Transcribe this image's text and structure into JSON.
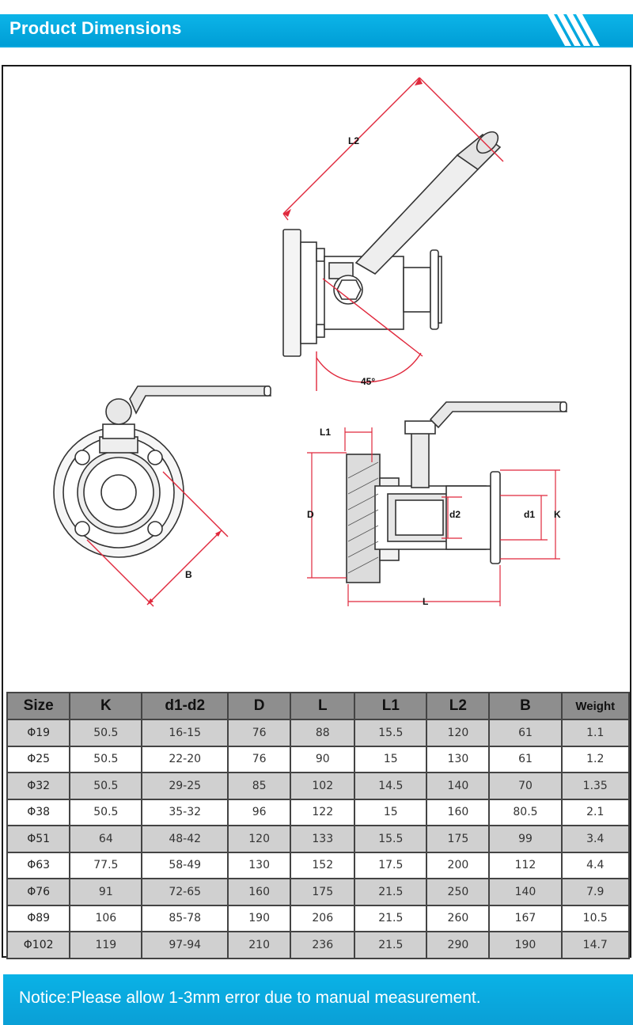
{
  "header": {
    "title": "Product Dimensions"
  },
  "diagram": {
    "labels": {
      "L2": "L2",
      "angle": "45°",
      "B": "B",
      "L1": "L1",
      "D": "D",
      "d2": "d2",
      "d1": "d1",
      "K": "K",
      "L": "L"
    }
  },
  "table": {
    "headers": [
      "Size",
      "K",
      "d1-d2",
      "D",
      "L",
      "L1",
      "L2",
      "B",
      "Weight"
    ],
    "rows": [
      [
        "Φ19",
        "50.5",
        "16-15",
        "76",
        "88",
        "15.5",
        "120",
        "61",
        "1.1"
      ],
      [
        "Φ25",
        "50.5",
        "22-20",
        "76",
        "90",
        "15",
        "130",
        "61",
        "1.2"
      ],
      [
        "Φ32",
        "50.5",
        "29-25",
        "85",
        "102",
        "14.5",
        "140",
        "70",
        "1.35"
      ],
      [
        "Φ38",
        "50.5",
        "35-32",
        "96",
        "122",
        "15",
        "160",
        "80.5",
        "2.1"
      ],
      [
        "Φ51",
        "64",
        "48-42",
        "120",
        "133",
        "15.5",
        "175",
        "99",
        "3.4"
      ],
      [
        "Φ63",
        "77.5",
        "58-49",
        "130",
        "152",
        "17.5",
        "200",
        "112",
        "4.4"
      ],
      [
        "Φ76",
        "91",
        "72-65",
        "160",
        "175",
        "21.5",
        "250",
        "140",
        "7.9"
      ],
      [
        "Φ89",
        "106",
        "85-78",
        "190",
        "206",
        "21.5",
        "260",
        "167",
        "10.5"
      ],
      [
        "Φ102",
        "119",
        "97-94",
        "210",
        "236",
        "21.5",
        "290",
        "190",
        "14.7"
      ]
    ]
  },
  "notice": {
    "text": "Notice:Please allow 1-3mm error due to manual measurement."
  },
  "colors": {
    "accent": "#0aa9e0",
    "dimension": "#e0283c",
    "header_cell": "#8e8e8e"
  }
}
